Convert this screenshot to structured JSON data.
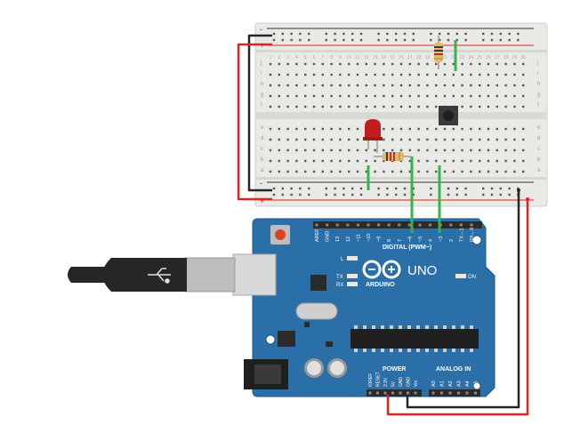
{
  "board": {
    "logo_text": "UNO",
    "brand": "ARDUINO",
    "digital_label": "DIGITAL (PWM~)",
    "power_label": "POWER",
    "analog_label": "ANALOG IN",
    "on_label": "ON",
    "led_l_label": "L",
    "led_tx_label": "TX",
    "led_rx_label": "RX",
    "digital_pins": [
      "AREF",
      "GND",
      "13",
      "12",
      "~11",
      "~10",
      "~9",
      "8",
      "7",
      "~6",
      "~5",
      "4",
      "~3",
      "2",
      "TX→1",
      "RX←0"
    ],
    "power_pins": [
      "IOREF",
      "RESET",
      "3.3V",
      "5V",
      "GND",
      "GND",
      "Vin"
    ],
    "analog_pins": [
      "A0",
      "A1",
      "A2",
      "A3",
      "A4",
      "A5"
    ]
  },
  "breadboard": {
    "row_letters_top": [
      "j",
      "i",
      "h",
      "g",
      "f"
    ],
    "row_letters_bottom": [
      "e",
      "d",
      "c",
      "b",
      "a"
    ],
    "rail_plus": "+",
    "rail_minus": "-",
    "column_numbers": [
      "1",
      "2",
      "3",
      "4",
      "5",
      "6",
      "7",
      "8",
      "9",
      "10",
      "11",
      "12",
      "13",
      "14",
      "15",
      "16",
      "17",
      "18",
      "19",
      "20",
      "21",
      "22",
      "23",
      "24",
      "25",
      "26",
      "27",
      "28",
      "29",
      "30"
    ]
  },
  "colors": {
    "board": "#2a6fa8",
    "board_dark": "#1f5a8a",
    "breadboard": "#e9e9e6",
    "wire_red": "#e32222",
    "wire_black": "#262626",
    "wire_green": "#37b24d",
    "led": "#c41d1d",
    "usb": "#262626"
  }
}
